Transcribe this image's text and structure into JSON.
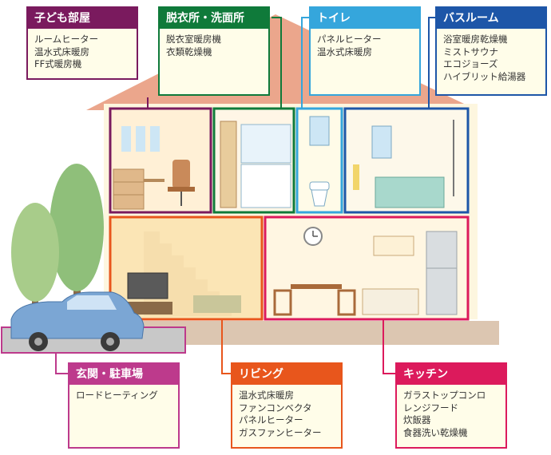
{
  "colors": {
    "kodomo": "#7a1a5e",
    "datsui": "#0f7a3a",
    "toilet": "#35a6dc",
    "bath": "#1d56a8",
    "genkan": "#bd3a8c",
    "living": "#e8561c",
    "kitchen": "#dc1a5c",
    "roof": "#eba68c",
    "wall": "#fdf6df",
    "ground": "#dcc6b1"
  },
  "rooms": {
    "kodomo": {
      "title": "子ども部屋",
      "items": [
        "ルームヒーター",
        "温水式床暖房",
        "FF式暖房機"
      ]
    },
    "datsui": {
      "title": "脱衣所・洗面所",
      "items": [
        "脱衣室暖房機",
        "衣類乾燥機"
      ]
    },
    "toilet": {
      "title": "トイレ",
      "items": [
        "パネルヒーター",
        "温水式床暖房"
      ]
    },
    "bath": {
      "title": "バスルーム",
      "items": [
        "浴室暖房乾燥機",
        "ミストサウナ",
        "エコジョーズ",
        "ハイブリット給湯器"
      ]
    },
    "genkan": {
      "title": "玄関・駐車場",
      "items": [
        "ロードヒーティング"
      ]
    },
    "living": {
      "title": "リビング",
      "items": [
        "温水式床暖房",
        "ファンコンベクタ",
        "パネルヒーター",
        "ガスファンヒーター"
      ]
    },
    "kitchen": {
      "title": "キッチン",
      "items": [
        "ガラストップコンロ",
        "レンジフード",
        "炊飯器",
        "食器洗い乾燥機"
      ]
    }
  },
  "icons": [
    "house-icon",
    "car-icon",
    "tree-icon",
    "clock-icon",
    "tv-icon",
    "bathtub-icon",
    "toilet-icon",
    "refrigerator-icon"
  ]
}
